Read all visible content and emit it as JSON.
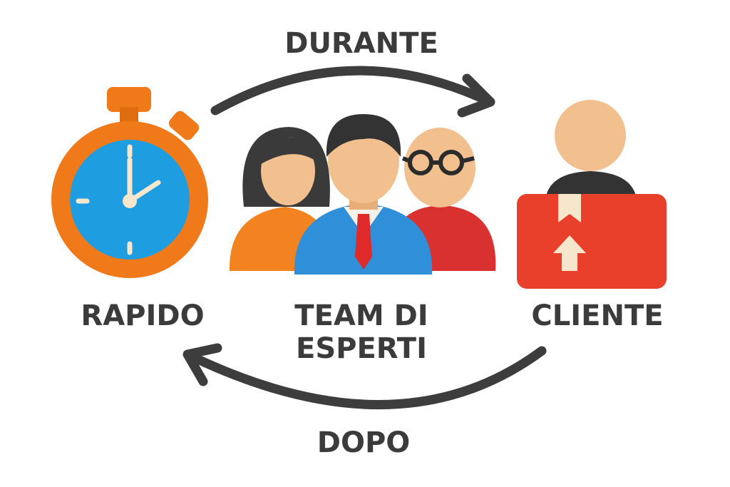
{
  "labels": {
    "top_arrow": "DURANTE",
    "bottom_arrow": "DOPO",
    "left": "RAPIDO",
    "center_line1": "TEAM DI",
    "center_line2": "ESPERTI",
    "right": "CLIENTE"
  },
  "icons": [
    "stopwatch-icon",
    "team-icon",
    "client-icon",
    "arrow-right-icon",
    "arrow-left-icon"
  ],
  "colors": {
    "text": "#3b3b3b",
    "arrow": "#3d3d3d",
    "orange": "#f07a1a",
    "blue": "#1e9ee0",
    "red": "#e8402a",
    "skin": "#f2c08e"
  }
}
